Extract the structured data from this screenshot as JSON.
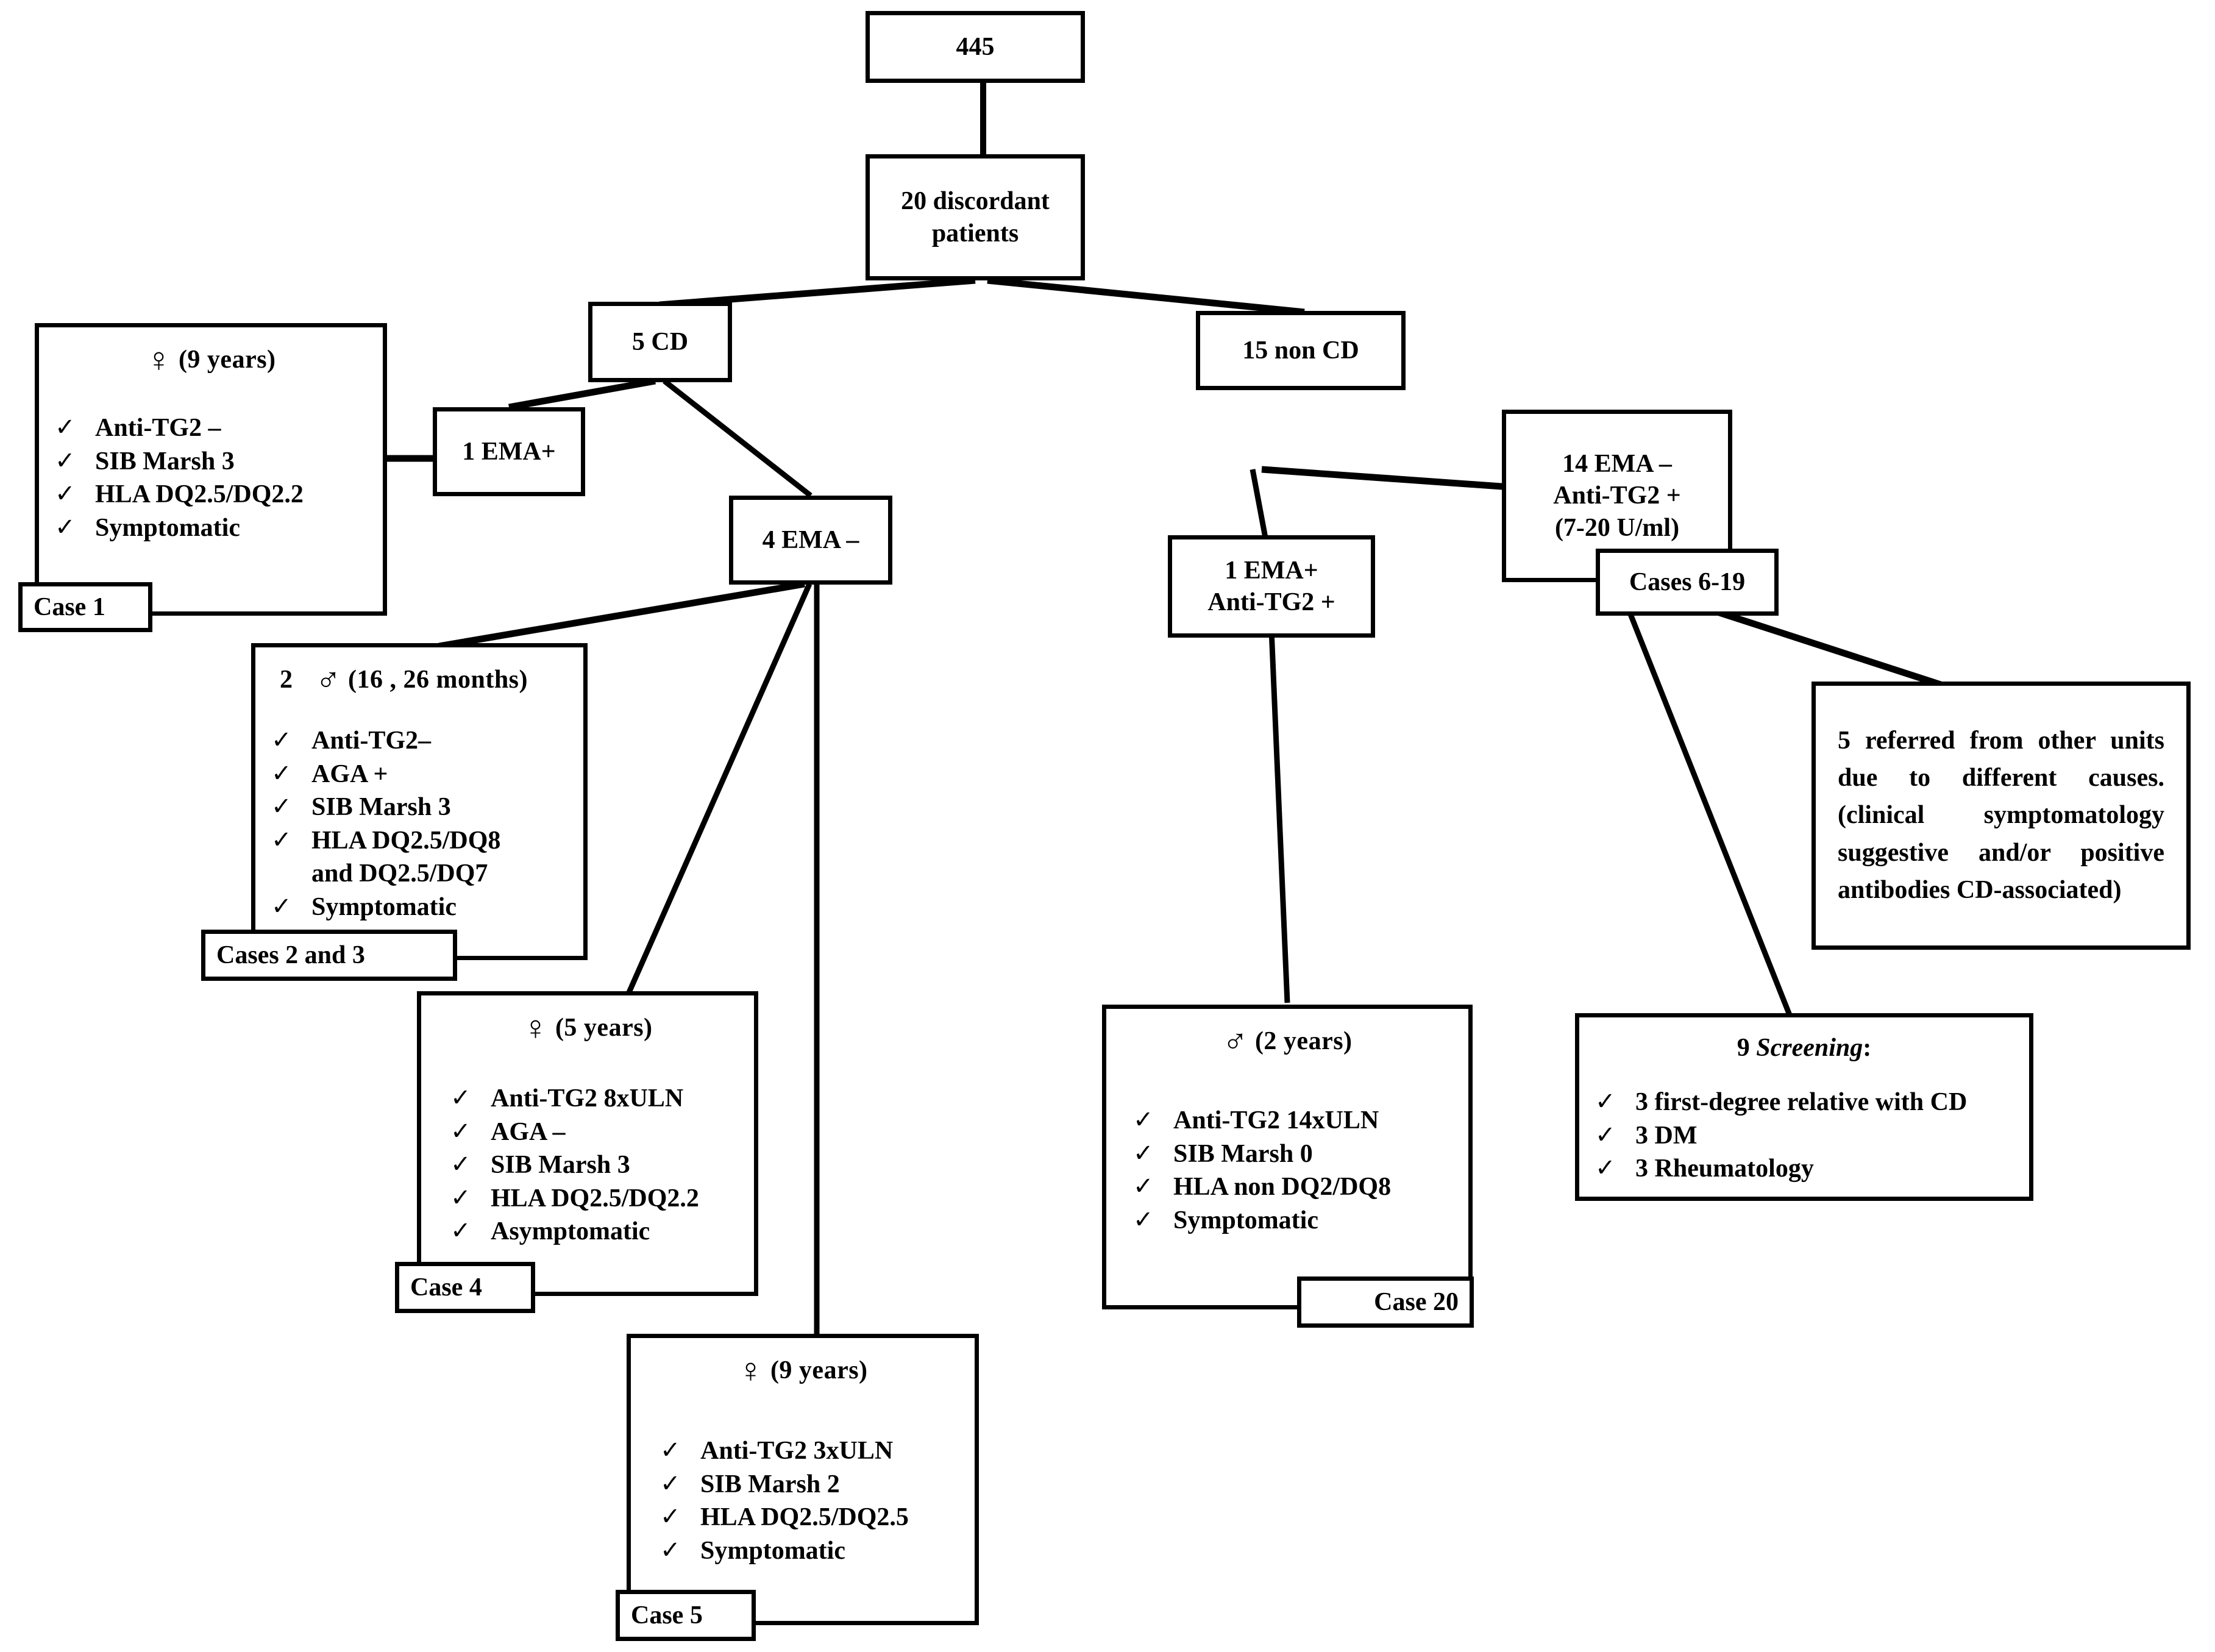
{
  "diagram": {
    "title": "Discordant patients flow diagram",
    "nodes": {
      "root": {
        "label": "445"
      },
      "discordant": {
        "label": "20 discordant patients"
      },
      "cd": {
        "label": "5 CD"
      },
      "noncd": {
        "label": "15 non CD"
      },
      "ema_pos_cd": {
        "label": "1 EMA+"
      },
      "ema_neg_cd": {
        "label": "4 EMA –"
      },
      "ema_pos_noncd_l1": {
        "label": "1 EMA+"
      },
      "ema_pos_noncd_l2": {
        "label": "Anti-TG2 +"
      },
      "ema_neg_noncd_l1": {
        "label": "14 EMA –"
      },
      "ema_neg_noncd_l2": {
        "label": "Anti-TG2 +"
      },
      "ema_neg_noncd_l3": {
        "label": "(7-20 U/ml)"
      },
      "cases_6_19": {
        "label": "Cases 6-19"
      }
    },
    "case1": {
      "tag": "Case 1",
      "gender_icon": "female-symbol",
      "gender_glyph": "♀",
      "head_suffix": "(9 years)",
      "items": [
        "Anti-TG2 –",
        "SIB Marsh 3",
        "HLA DQ2.5/DQ2.2",
        "Symptomatic"
      ]
    },
    "case23": {
      "tag": "Cases 2 and 3",
      "gender_icon": "male-symbol",
      "gender_glyph": "♂",
      "head_prefix": "2",
      "head_suffix": "(16 , 26 months)",
      "items": [
        "Anti-TG2–",
        "AGA +",
        "SIB Marsh 3",
        "HLA DQ2.5/DQ8"
      ],
      "continuation": "and DQ2.5/DQ7",
      "last_item": "Symptomatic"
    },
    "case4": {
      "tag": "Case 4",
      "gender_icon": "female-symbol",
      "gender_glyph": "♀",
      "head_suffix": "(5 years)",
      "items": [
        "Anti-TG2 8xULN",
        "AGA –",
        "SIB Marsh 3",
        "HLA DQ2.5/DQ2.2",
        "Asymptomatic"
      ]
    },
    "case5": {
      "tag": "Case 5",
      "gender_icon": "female-symbol",
      "gender_glyph": "♀",
      "head_suffix": "(9 years)",
      "items": [
        "Anti-TG2 3xULN",
        "SIB Marsh 2",
        "HLA DQ2.5/DQ2.5",
        "Symptomatic"
      ]
    },
    "case20": {
      "tag": "Case 20",
      "gender_icon": "male-symbol",
      "gender_glyph": "♂",
      "head_suffix": "(2 years)",
      "items": [
        "Anti-TG2 14xULN",
        "SIB Marsh 0",
        "HLA non DQ2/DQ8",
        "Symptomatic"
      ]
    },
    "referred": {
      "text": "5 referred from other units due to different causes. (clinical symptomatology suggestive and/or positive antibodies CD-associated)"
    },
    "screening": {
      "count": "9",
      "title_italic": "Screening",
      "title_colon": ":",
      "items": [
        "3 first-degree relative with CD",
        "3 DM",
        "3 Rheumatology"
      ]
    },
    "check_glyph": "✓",
    "colors": {
      "stroke": "#000000",
      "background": "#ffffff"
    }
  }
}
